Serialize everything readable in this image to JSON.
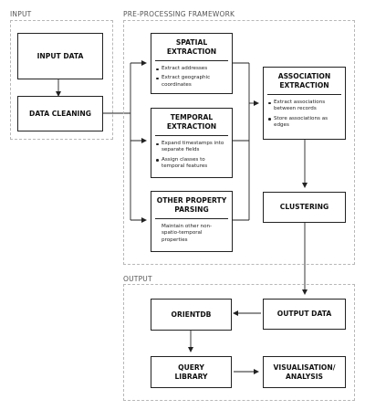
{
  "sections": {
    "input": "INPUT",
    "preprocessing": "PRE-PROCESSING FRAMEWORK",
    "output": "OUTPUT"
  },
  "nodes": {
    "input_data": {
      "title": "INPUT DATA"
    },
    "data_cleaning": {
      "title": "DATA CLEANING"
    },
    "spatial": {
      "title": [
        "SPATIAL",
        "EXTRACTION"
      ],
      "items": [
        "Extract addresses",
        "Extract geographic coordinates"
      ]
    },
    "temporal": {
      "title": [
        "TEMPORAL",
        "EXTRACTION"
      ],
      "items": [
        "Expand timestamps into separate fields",
        "Assign classes to temporal features"
      ]
    },
    "other": {
      "title": [
        "OTHER PROPERTY",
        "PARSING"
      ],
      "text": "Maintain other non-spatio-temporal properties"
    },
    "association": {
      "title": [
        "ASSOCIATION",
        "EXTRACTION"
      ],
      "items": [
        "Extract associations between records",
        "Store associations as edges"
      ]
    },
    "clustering": {
      "title": "CLUSTERING"
    },
    "output_data": {
      "title": "OUTPUT DATA"
    },
    "orientdb": {
      "title": "ORIENTDB"
    },
    "query_library": {
      "title": [
        "QUERY",
        "LIBRARY"
      ]
    },
    "visualisation": {
      "title": [
        "VISUALISATION/",
        "ANALYSIS"
      ]
    }
  },
  "colors": {
    "line": "#222222",
    "section_border": "#b8b8b8",
    "section_label": "#555555"
  }
}
